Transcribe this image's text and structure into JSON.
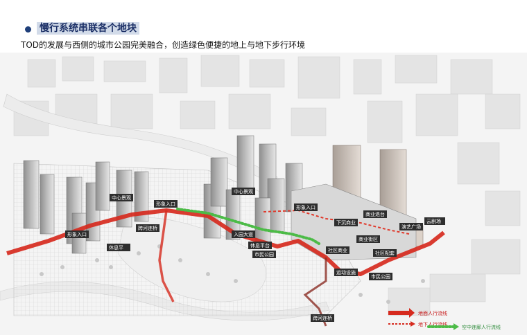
{
  "header": {
    "title": "慢行系统串联各个地块",
    "subtitle": "TOD的发展与西侧的城市公园完美融合，创造绿色便捷的地上与地下步行环境"
  },
  "map_labels": {
    "xingxiang_1": "形象入口",
    "xiuxian_1": "休息平",
    "kuahe_1": "跨河连桥",
    "zhongxin_1": "中心景观",
    "xingxiang_2": "形象入口",
    "zhongxin_2": "中心景观",
    "xingxiang_3": "形象入口",
    "xiuxian_2": "休息平台",
    "huanjing": "入园大道",
    "shimin_1": "市民公园",
    "xiachen": "下沉商业",
    "shangye_1": "商业退台",
    "yanyi": "演艺广场",
    "yunju": "云剧场",
    "shangye_2": "商业街区",
    "shequ_1": "社区商业",
    "shequ_2": "社区配套",
    "yundong": "运动设施",
    "shimin_2": "市民公园",
    "kuahe_2": "跨河连桥"
  },
  "legend": {
    "ground": "地面人行流线",
    "underground": "地下人行流线",
    "aerial": "空中连廊人行流线"
  },
  "colors": {
    "route_red": "#d62a1e",
    "route_green": "#4cbb47",
    "title_blue": "#1b2f66",
    "title_bg": "#d2dbe9"
  }
}
